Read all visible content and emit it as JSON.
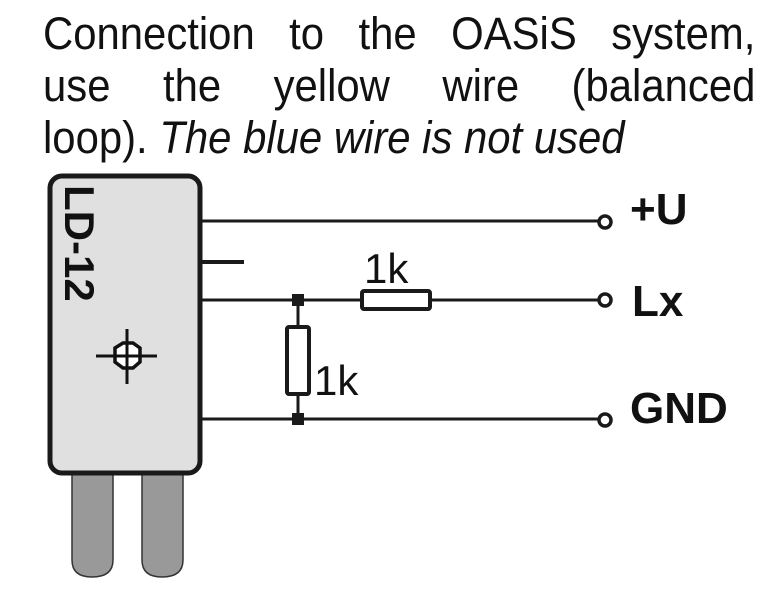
{
  "caption": {
    "line1": "Connection to the OASiS system,",
    "line2": "use the yellow wire (balanced",
    "line3_plain": "loop). ",
    "line3_italic": "The blue wire is not used"
  },
  "device": {
    "label": "LD-12",
    "symbol": "crosshair-target-icon"
  },
  "terminals": [
    {
      "label": "+U"
    },
    {
      "label": "Lx"
    },
    {
      "label": "GND"
    }
  ],
  "resistors": [
    {
      "name": "series-resistor",
      "value": "1k",
      "between": "Lx node and Lx terminal"
    },
    {
      "name": "shunt-resistor",
      "value": "1k",
      "between": "Lx node and GND"
    }
  ],
  "colors": {
    "wire": "#1a1a1a",
    "device_fill": "#e0e0e0",
    "pin_fill": "#999999"
  }
}
